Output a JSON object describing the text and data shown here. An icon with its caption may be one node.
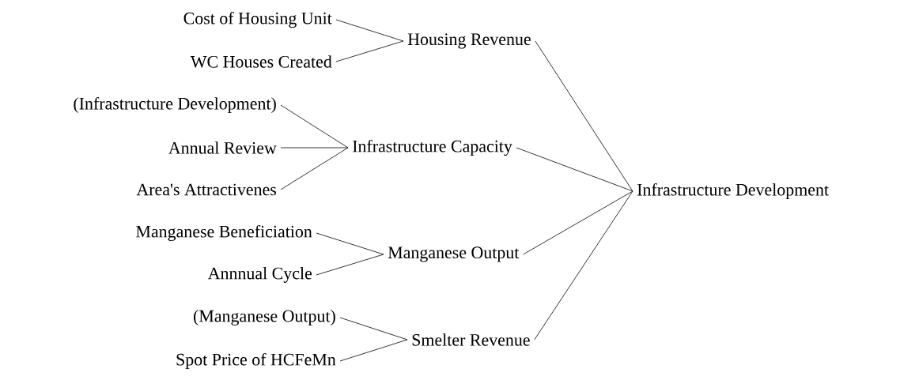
{
  "diagram": {
    "nodes": [
      {
        "text": [
          "Cost of Housing Unit"
        ]
      },
      {
        "text": [
          "WC Houses Created"
        ]
      },
      {
        "text": [
          "Housing Revenue"
        ]
      },
      {
        "text": [
          "(Infrastructure Development)"
        ]
      },
      {
        "text": [
          "Annual Review"
        ]
      },
      {
        "text": [
          "Area's Attractivenes"
        ]
      },
      {
        "text": [
          "Infrastructure Capacity"
        ]
      },
      {
        "text": [
          "Manganese Beneficiation"
        ]
      },
      {
        "text": [
          "Annnual Cycle"
        ]
      },
      {
        "text": [
          "Manganese Output"
        ]
      },
      {
        "text": [
          "(Manganese Output)"
        ]
      },
      {
        "text": [
          "Spot Price of HCFeMn"
        ]
      },
      {
        "text": [
          "Smelter Revenue"
        ]
      },
      {
        "text": [
          "Infrastructure Development"
        ]
      }
    ],
    "edges": [
      {
        "from": 0,
        "to": 2,
        "arrow": "none"
      },
      {
        "from": 1,
        "to": 2,
        "arrow": "none"
      },
      {
        "from": 3,
        "to": 6,
        "arrow": "none"
      },
      {
        "from": 4,
        "to": 6,
        "arrow": "none"
      },
      {
        "from": 5,
        "to": 6,
        "arrow": "none"
      },
      {
        "from": 7,
        "to": 9,
        "arrow": "none"
      },
      {
        "from": 8,
        "to": 9,
        "arrow": "none"
      },
      {
        "from": 10,
        "to": 12,
        "arrow": "none"
      },
      {
        "from": 11,
        "to": 12,
        "arrow": "none"
      },
      {
        "from": 2,
        "to": 13,
        "arrow": "none"
      },
      {
        "from": 6,
        "to": 13,
        "arrow": "none"
      },
      {
        "from": 9,
        "to": 13,
        "arrow": "none"
      },
      {
        "from": 12,
        "to": 13,
        "arrow": "none"
      }
    ]
  }
}
